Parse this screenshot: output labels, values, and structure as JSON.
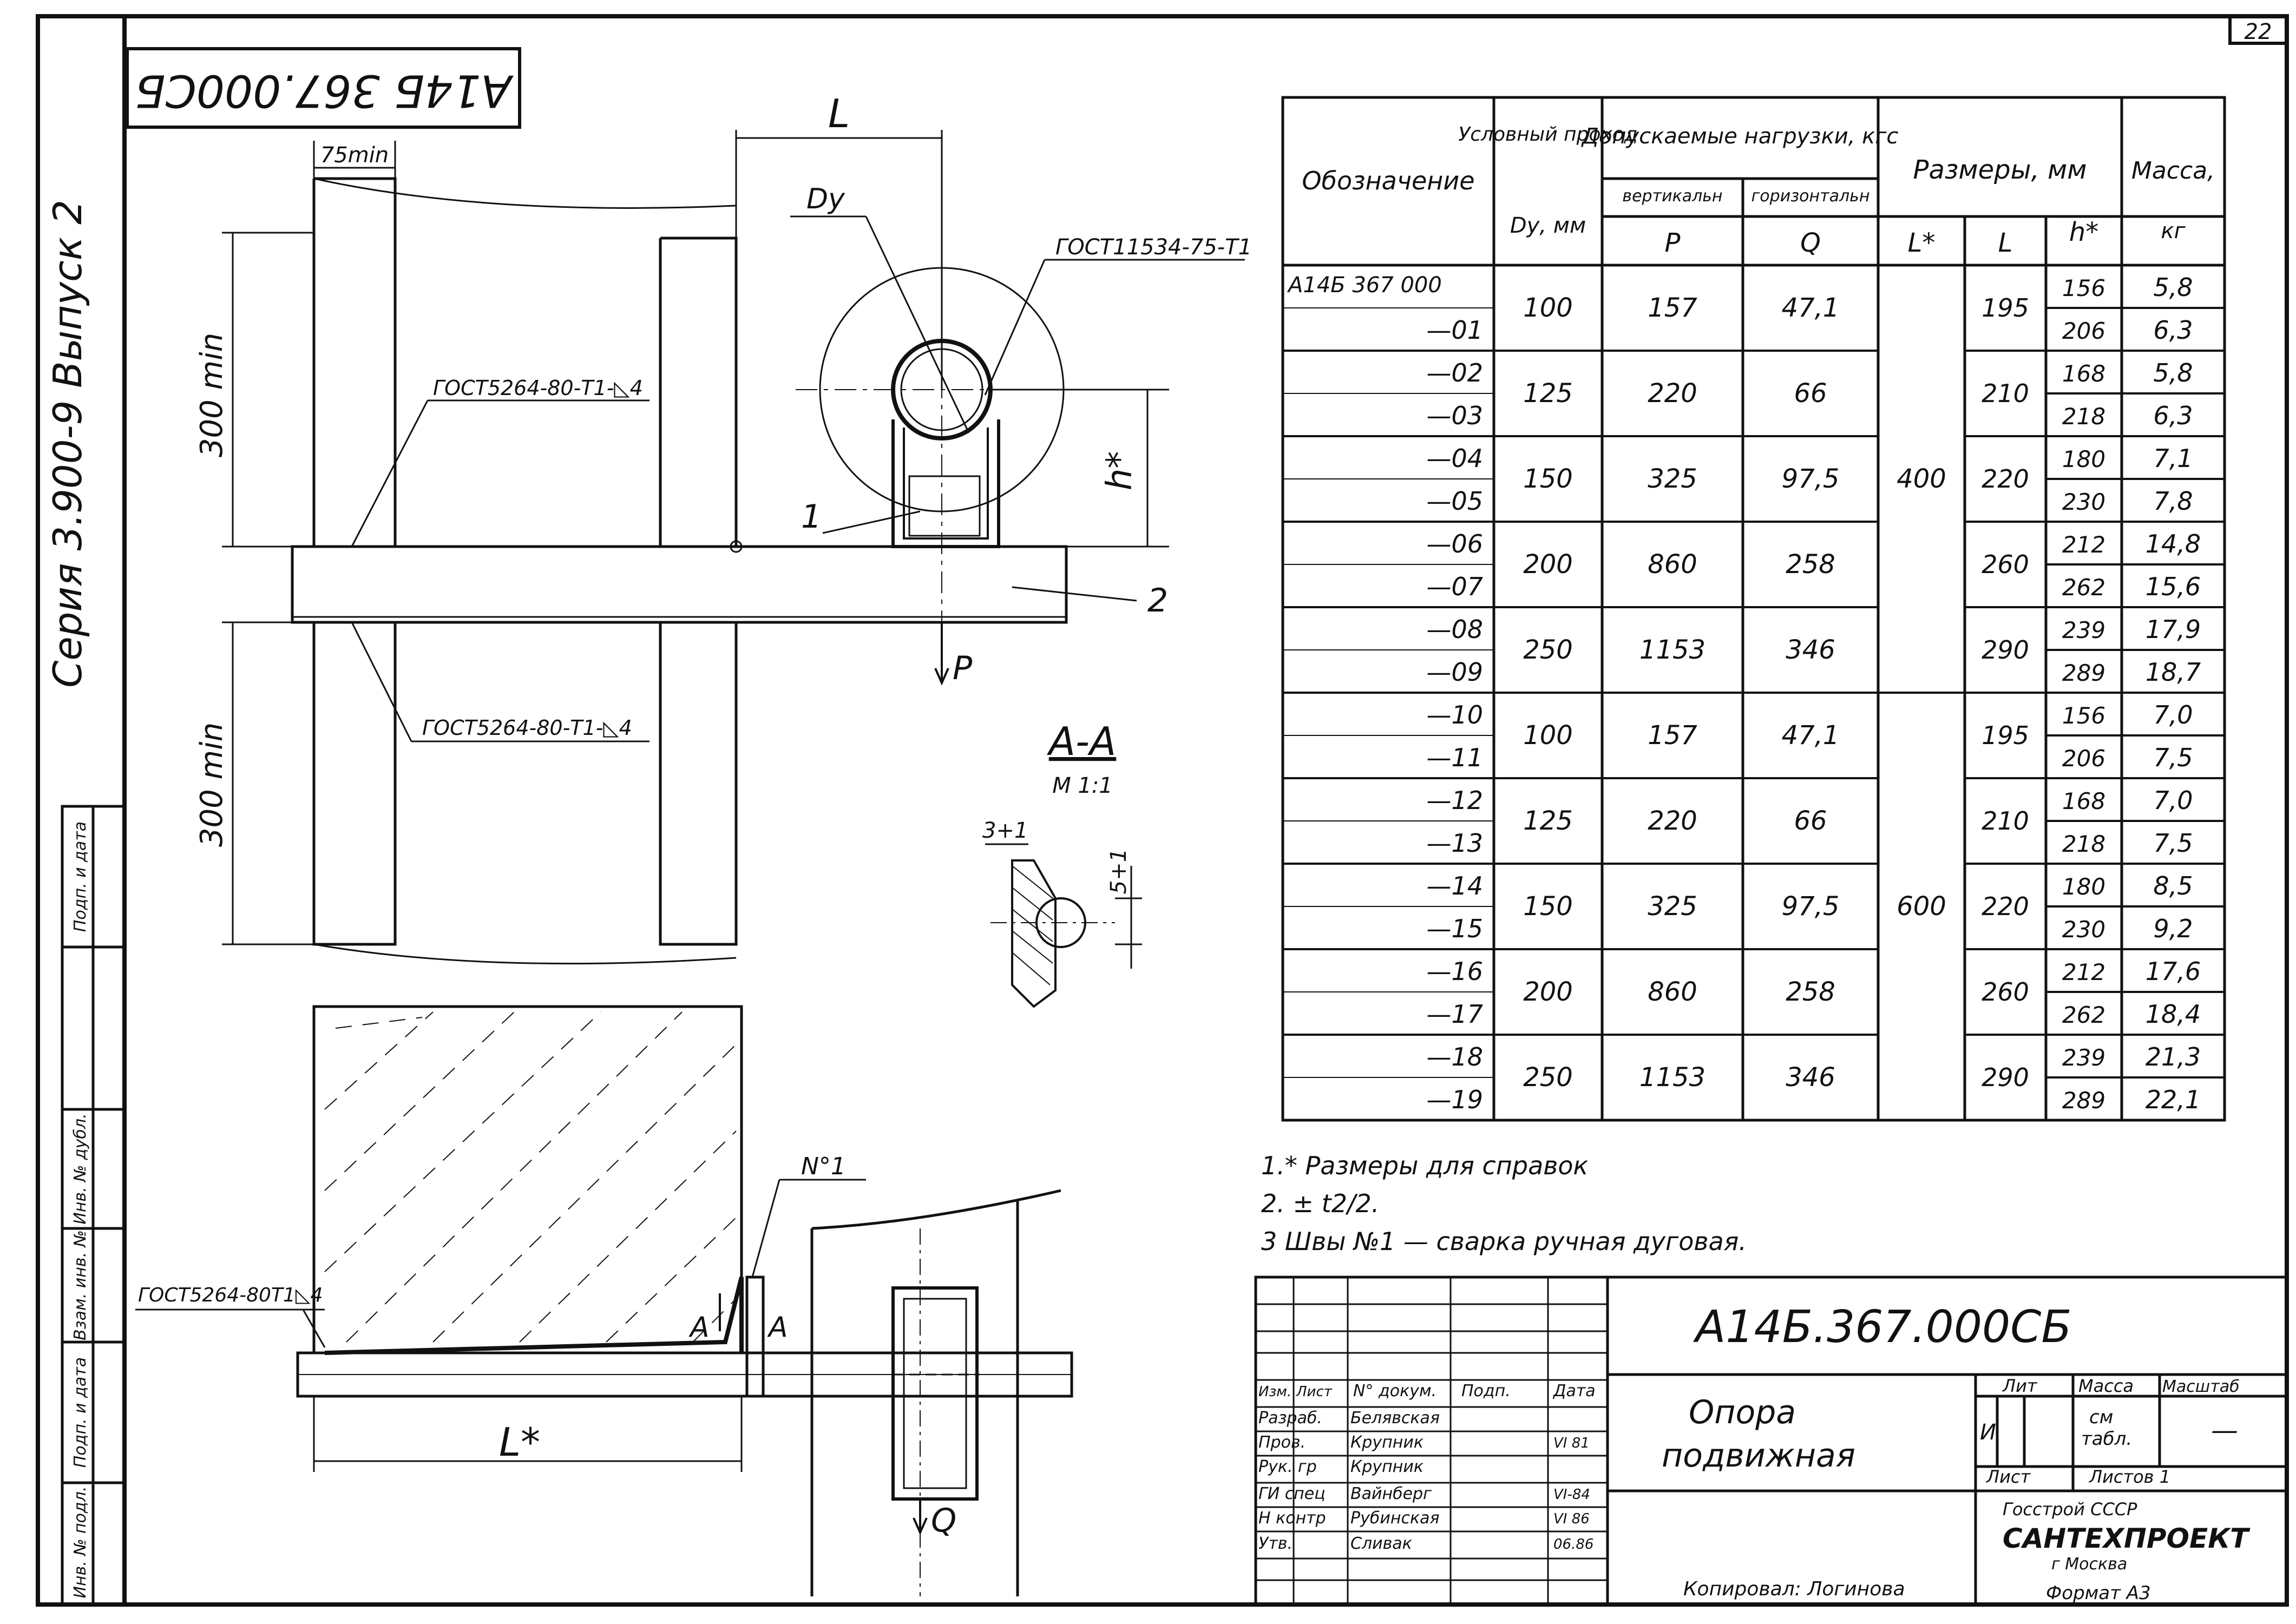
{
  "sheet_no": "22",
  "stamp_code": "А14Б 367.000СБ",
  "series_label": "Серия 3.900-9 Выпуск 2",
  "side_stamp": [
    "Инв. № подл.",
    "Подп. и дата",
    "Взам. инв. №",
    "Инв. № дубл.",
    "Подп. и дата"
  ],
  "drawing": {
    "dim_75": "75min",
    "dim_300_top": "300 min",
    "dim_300_bottom": "300 min",
    "dim_L": "L",
    "dim_Dy": "Dy",
    "dim_h": "h*",
    "gost_pipe": "ГОСТ11534-75-Т1",
    "gost_weld_top": "ГОСТ5264-80-Т1-◺4",
    "gost_weld_bottom": "ГОСТ5264-80-Т1-◺4",
    "gost_weld_plan": "ГОСТ5264-80Т1◺4",
    "pos_1": "1",
    "pos_2": "2",
    "load_P": "P",
    "load_Q": "Q",
    "dim_Lstar": "L*",
    "weld_no": "N°1",
    "section_mark_left": "A",
    "section_mark_right": "A",
    "section_title": "А-А",
    "section_scale": "М 1:1",
    "section_dim_1": "3+1",
    "section_dim_2": "5+1"
  },
  "table": {
    "headers": {
      "designation": "Обозначение",
      "nominal_bore": "Условный проход",
      "nominal_bore_unit": "Dу, мм",
      "loads": "Допускаемые нагрузки, кгс",
      "vertical": "вертикальн",
      "horizontal": "горизонтальн",
      "p": "P",
      "q": "Q",
      "sizes": "Размеры, мм",
      "lstar": "L*",
      "l": "L",
      "hstar": "h*",
      "mass": "Масса,",
      "mass_unit": "кг"
    },
    "first_designation": "А14Б 367 000",
    "rows": [
      {
        "d": "",
        "h": "156",
        "m": "5,8"
      },
      {
        "d": "—01",
        "h": "206",
        "m": "6,3"
      },
      {
        "d": "—02",
        "h": "168",
        "m": "5,8"
      },
      {
        "d": "—03",
        "h": "218",
        "m": "6,3"
      },
      {
        "d": "—04",
        "h": "180",
        "m": "7,1"
      },
      {
        "d": "—05",
        "h": "230",
        "m": "7,8"
      },
      {
        "d": "—06",
        "h": "212",
        "m": "14,8"
      },
      {
        "d": "—07",
        "h": "262",
        "m": "15,6"
      },
      {
        "d": "—08",
        "h": "239",
        "m": "17,9"
      },
      {
        "d": "—09",
        "h": "289",
        "m": "18,7"
      },
      {
        "d": "—10",
        "h": "156",
        "m": "7,0"
      },
      {
        "d": "—11",
        "h": "206",
        "m": "7,5"
      },
      {
        "d": "—12",
        "h": "168",
        "m": "7,0"
      },
      {
        "d": "—13",
        "h": "218",
        "m": "7,5"
      },
      {
        "d": "—14",
        "h": "180",
        "m": "8,5"
      },
      {
        "d": "—15",
        "h": "230",
        "m": "9,2"
      },
      {
        "d": "—16",
        "h": "212",
        "m": "17,6"
      },
      {
        "d": "—17",
        "h": "262",
        "m": "18,4"
      },
      {
        "d": "—18",
        "h": "239",
        "m": "21,3"
      },
      {
        "d": "—19",
        "h": "289",
        "m": "22,1"
      }
    ],
    "groups": [
      {
        "dy": "100",
        "p": "157",
        "q": "47,1",
        "l": "195"
      },
      {
        "dy": "125",
        "p": "220",
        "q": "66",
        "l": "210"
      },
      {
        "dy": "150",
        "p": "325",
        "q": "97,5",
        "l": "220"
      },
      {
        "dy": "200",
        "p": "860",
        "q": "258",
        "l": "260"
      },
      {
        "dy": "250",
        "p": "1153",
        "q": "346",
        "l": "290"
      },
      {
        "dy": "100",
        "p": "157",
        "q": "47,1",
        "l": "195"
      },
      {
        "dy": "125",
        "p": "220",
        "q": "66",
        "l": "210"
      },
      {
        "dy": "150",
        "p": "325",
        "q": "97,5",
        "l": "220"
      },
      {
        "dy": "200",
        "p": "860",
        "q": "258",
        "l": "260"
      },
      {
        "dy": "250",
        "p": "1153",
        "q": "346",
        "l": "290"
      }
    ],
    "lstar_values": [
      "400",
      "600"
    ]
  },
  "notes": [
    "1.* Размеры для справок",
    "2. ± t2/2.",
    "3 Швы №1 — сварка ручная дуговая."
  ],
  "title_block": {
    "code": "А14Б.367.000СБ",
    "name_line1": "Опора",
    "name_line2": "подвижная",
    "col_heads": [
      "Изм.",
      "Лист",
      "N° докум.",
      "Подп.",
      "Дата"
    ],
    "roles": [
      {
        "role": "Разраб.",
        "name": "Белявская",
        "date": ""
      },
      {
        "role": "Пров.",
        "name": "Крупник",
        "date": "VI 81"
      },
      {
        "role": "Рук. гр",
        "name": "Крупник",
        "date": ""
      },
      {
        "role": "ГИ спец",
        "name": "Вайнберг",
        "date": "VI-84"
      },
      {
        "role": "Н контр",
        "name": "Рубинская",
        "date": "VI 86"
      },
      {
        "role": "Утв.",
        "name": "Сливак",
        "date": "06.86"
      }
    ],
    "lit_head": "Лит",
    "mass_head": "Масса",
    "scale_head": "Масштаб",
    "lit_value": "И",
    "mass_value_1": "см",
    "mass_value_2": "табл.",
    "scale_value": "—",
    "sheet_label": "Лист",
    "sheets_label": "Листов 1",
    "org_1": "Госстрой СССР",
    "org_2": "САНТЕХПРОЕКТ",
    "org_3": "г Москва"
  },
  "copied_by": "Копировал: Логинова",
  "format": "Формат А3"
}
